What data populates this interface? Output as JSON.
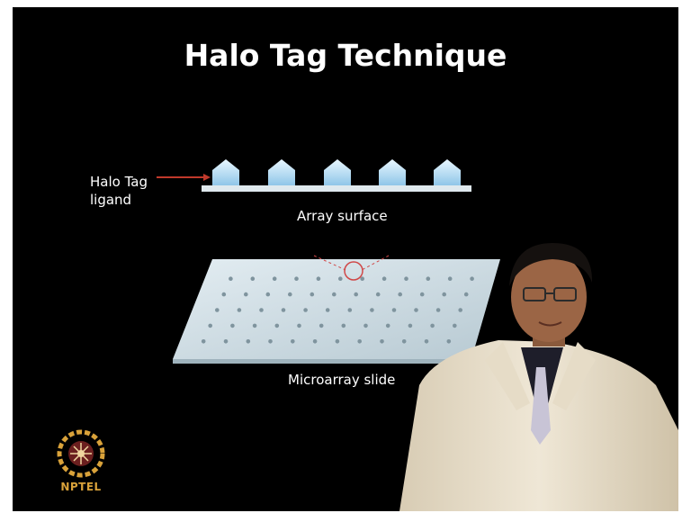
{
  "slide": {
    "title": "Halo Tag Technique",
    "ligand_label_line1": "Halo Tag",
    "ligand_label_line2": "ligand",
    "surface_label": "Array surface",
    "microarray_label": "Microarray slide",
    "logo_text": "NPTEL"
  },
  "colors": {
    "background": "#000000",
    "text": "#ffffff",
    "arrow": "#c0392b",
    "surface": "#dfe9ee",
    "ligand": "#bfe3f6",
    "logo": "#d9a23a"
  },
  "icons": [
    "halo-tag-ligand-icon",
    "nptel-logo-icon",
    "presenter-image"
  ]
}
